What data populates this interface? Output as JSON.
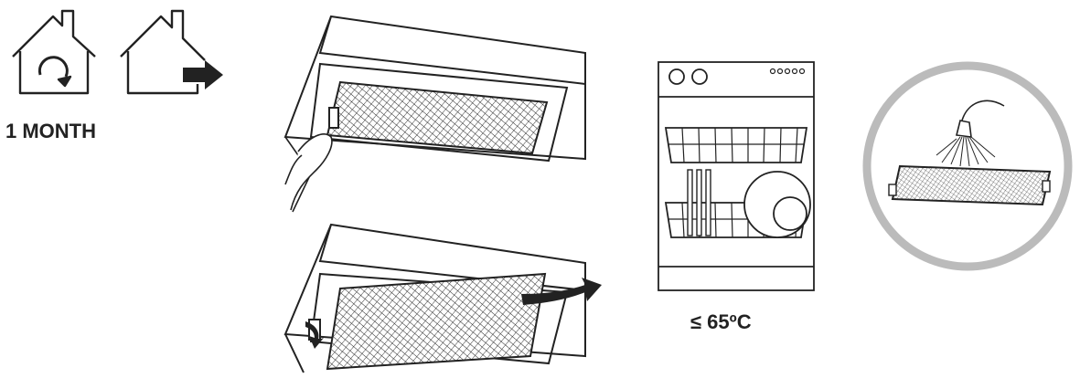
{
  "labels": {
    "interval": "1 MONTH",
    "max_temperature": "≤ 65ºC"
  },
  "icons": [
    "recirculation-mode-icon",
    "extraction-mode-icon",
    "hood-filter-removal-illustration",
    "dishwasher-illustration",
    "hand-wash-filter-illustration"
  ],
  "colors": {
    "line": "#222222",
    "wash_ring": "#bbbbbb"
  }
}
